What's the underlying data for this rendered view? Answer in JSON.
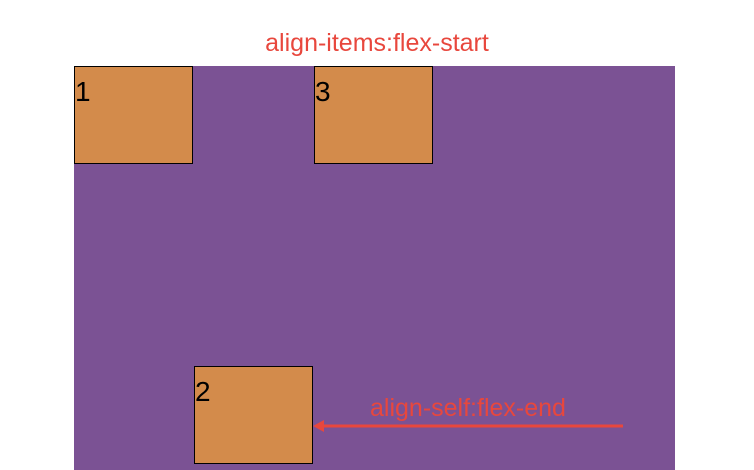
{
  "diagram": {
    "title": "align-items:flex-start",
    "annotation": "align-self:flex-end",
    "colors": {
      "container": "#7b5294",
      "box": "#d38b4b",
      "accent": "#e8473d",
      "border": "#000000"
    },
    "boxes": [
      {
        "label": "1"
      },
      {
        "label": "2"
      },
      {
        "label": "3"
      }
    ]
  }
}
